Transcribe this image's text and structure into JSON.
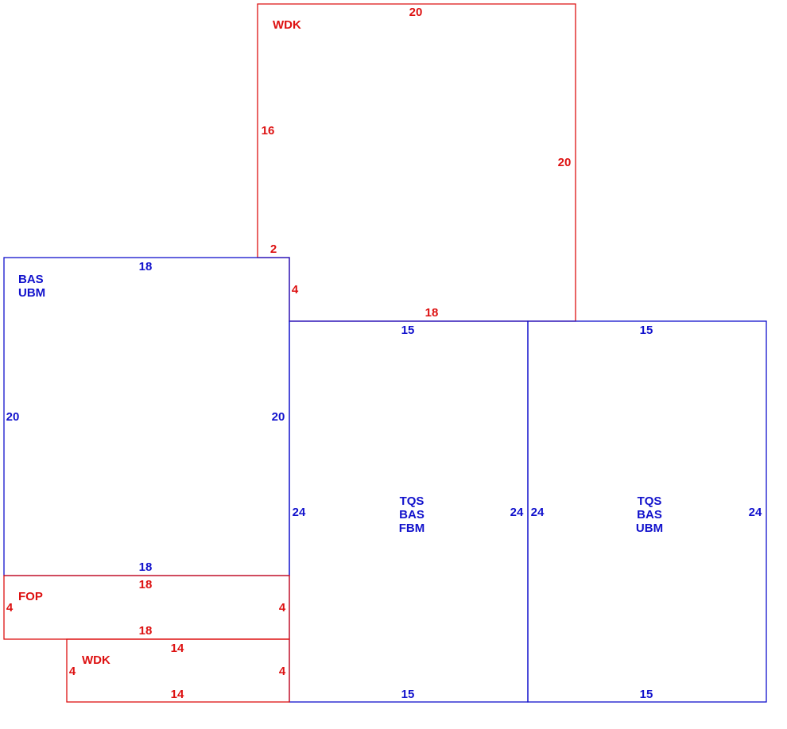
{
  "colors": {
    "main": "#1111cc",
    "addition": "#dd1111"
  },
  "areas": [
    {
      "id": "wdk-top",
      "color": "addition",
      "codes": [
        "WDK"
      ],
      "dims": {
        "top": "20",
        "left_upper": "16",
        "left_lower": "2",
        "right": "20",
        "bottom": "18",
        "notch": "4"
      }
    },
    {
      "id": "bas-ubm-left",
      "color": "main",
      "codes": [
        "BAS",
        "UBM"
      ],
      "dims": {
        "top": "18",
        "left": "20",
        "right": "20",
        "bottom": "18"
      }
    },
    {
      "id": "tqs-bas-fbm",
      "color": "main",
      "codes": [
        "TQS",
        "BAS",
        "FBM"
      ],
      "dims": {
        "top": "15",
        "left": "24",
        "right": "24",
        "bottom": "15"
      }
    },
    {
      "id": "tqs-bas-ubm",
      "color": "main",
      "codes": [
        "TQS",
        "BAS",
        "UBM"
      ],
      "dims": {
        "top": "15",
        "left": "24",
        "right": "24",
        "bottom": "15"
      }
    },
    {
      "id": "fop",
      "color": "addition",
      "codes": [
        "FOP"
      ],
      "dims": {
        "top": "18",
        "left": "4",
        "right": "4",
        "bottom": "18"
      }
    },
    {
      "id": "wdk-bottom",
      "color": "addition",
      "codes": [
        "WDK"
      ],
      "dims": {
        "top": "14",
        "left": "4",
        "right": "4",
        "bottom": "14"
      }
    }
  ]
}
